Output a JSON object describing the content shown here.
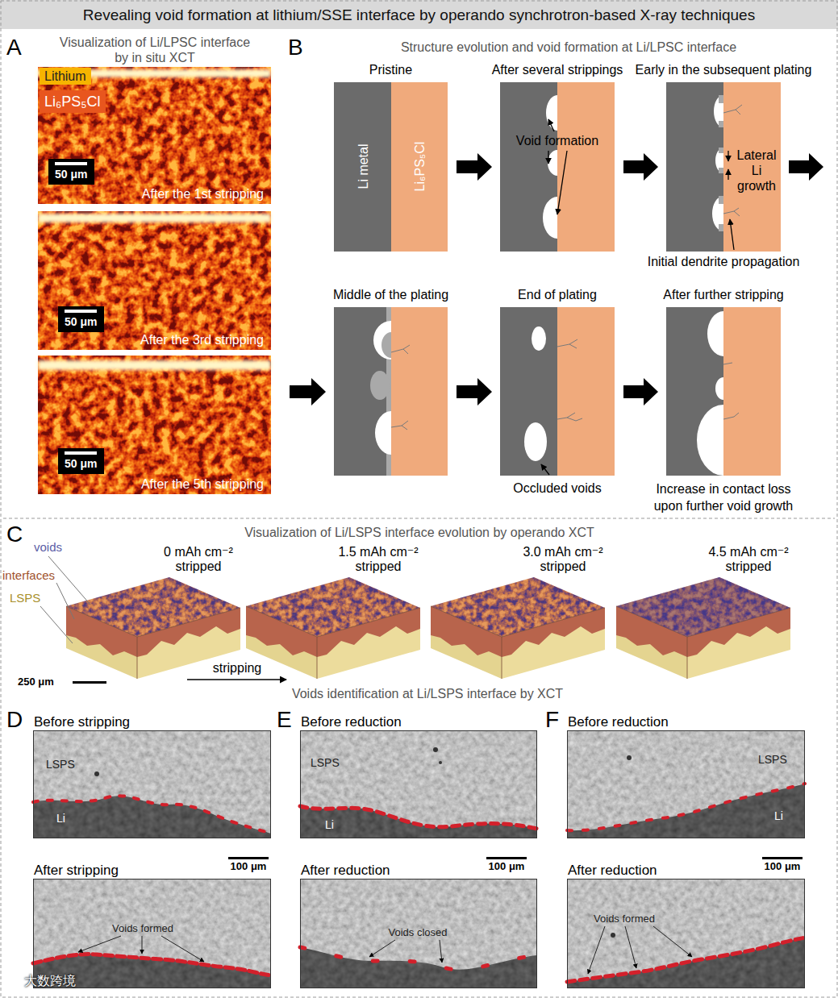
{
  "diagram": {
    "title": "Revealing void formation at lithium/SSE interface by operando synchrotron-based X-ray techniques",
    "nodes": [
      {
        "text": [
          "After the 1st stripping"
        ]
      },
      {
        "text": [
          "Lithium"
        ],
        "in": 0
      },
      {
        "text": [
          "Li₆PS₅Cl"
        ],
        "in": 0
      },
      {
        "text": [
          "50 μm"
        ],
        "in": 0
      },
      {
        "text": [
          "After the 3rd stripping"
        ]
      },
      {
        "text": [
          "50 μm"
        ],
        "in": 4
      },
      {
        "text": [
          "After the 5th stripping"
        ]
      },
      {
        "text": [
          "50 μm"
        ],
        "in": 6
      },
      {
        "text": [
          "Pristine"
        ]
      },
      {
        "text": [
          "Li metal"
        ],
        "in": 8
      },
      {
        "text": [
          "Li₆PS₅Cl"
        ],
        "in": 8
      },
      {
        "text": [
          "After several strippings",
          "Void formation"
        ]
      },
      {
        "text": [
          "Early in the subsequent plating",
          "Lateral Li growth",
          "Initial dendrite propagation"
        ]
      },
      {
        "text": [
          "Middle of the plating"
        ]
      },
      {
        "text": [
          "End of plating",
          "Occluded voids"
        ]
      },
      {
        "text": [
          "After further stripping",
          "Increase in contact loss upon further void growth"
        ]
      },
      {
        "text": [
          "0 mAh cm⁻² stripped"
        ]
      },
      {
        "text": [
          "1.5 mAh cm⁻² stripped"
        ]
      },
      {
        "text": [
          "3.0 mAh cm⁻² stripped"
        ]
      },
      {
        "text": [
          "4.5 mAh cm⁻² stripped"
        ]
      },
      {
        "text": [
          "Before stripping",
          "LSPS",
          "Li"
        ]
      },
      {
        "text": [
          "After stripping",
          "Voids formed"
        ]
      },
      {
        "text": [
          "Before reduction",
          "LSPS",
          "Li"
        ]
      },
      {
        "text": [
          "After reduction",
          "Voids closed"
        ]
      },
      {
        "text": [
          "Before reduction",
          "LSPS",
          "Li"
        ]
      },
      {
        "text": [
          "After reduction",
          "Voids formed"
        ]
      }
    ],
    "edges": [
      {
        "from": 8,
        "to": 11,
        "arrow": "to"
      },
      {
        "from": 11,
        "to": 12,
        "arrow": "to"
      },
      {
        "from": 12,
        "to": 13,
        "arrow": "to"
      },
      {
        "from": 13,
        "to": 14,
        "arrow": "to"
      },
      {
        "from": 14,
        "to": 15,
        "arrow": "to"
      }
    ],
    "labels": [
      "A",
      "B",
      "C",
      "D",
      "E",
      "F",
      "Visualization of Li/LPSC interface by in situ XCT",
      "Structure evolution and void formation at Li/LPSC interface",
      "Visualization of Li/LSPS interface evolution by operando XCT",
      "voids",
      "interfaces",
      "LSPS",
      "250 μm",
      "stripping",
      "Voids identification at Li/LSPS interface by XCT",
      "100 μm",
      "100 μm",
      "100 μm",
      "大数跨境"
    ]
  }
}
